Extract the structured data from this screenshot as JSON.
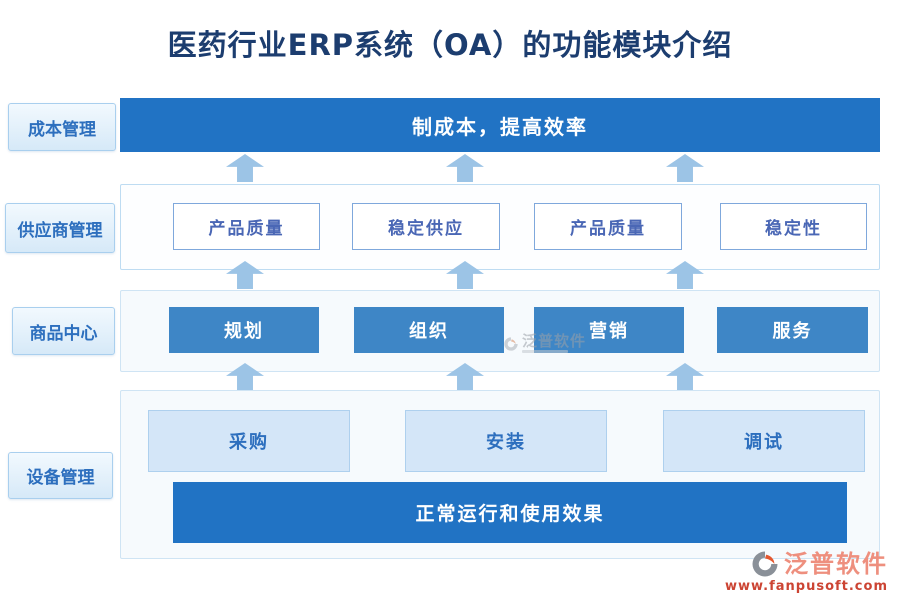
{
  "title": "医药行业ERP系统（OA）的功能模块介绍",
  "left_labels": [
    "成本管理",
    "供应商管理",
    "商品中心",
    "设备管理"
  ],
  "top_bar": "制成本，提高效率",
  "supplier_boxes": [
    "产品质量",
    "稳定供应",
    "产品质量",
    "稳定性"
  ],
  "product_boxes": [
    "规划",
    "组织",
    "营销",
    "服务"
  ],
  "equipment_boxes": [
    "采购",
    "安装",
    "调试"
  ],
  "bottom_bar": "正常运行和使用效果",
  "watermark": {
    "text": "泛普软件"
  },
  "logo": {
    "name": "泛普软件",
    "url": "www.fanpusoft.com"
  },
  "colors": {
    "title-navy": "#1c3d6f",
    "primary-blue": "#2173c4",
    "mid-blue": "#3e86c6",
    "light-blue": "#d4e6f8",
    "arrow-blue": "#9cc4e6",
    "label-blue": "#2d6fbe",
    "box-text-blue": "#4a67b5",
    "logo-salmon": "#ee8f7e",
    "logo-red": "#cc4433"
  }
}
